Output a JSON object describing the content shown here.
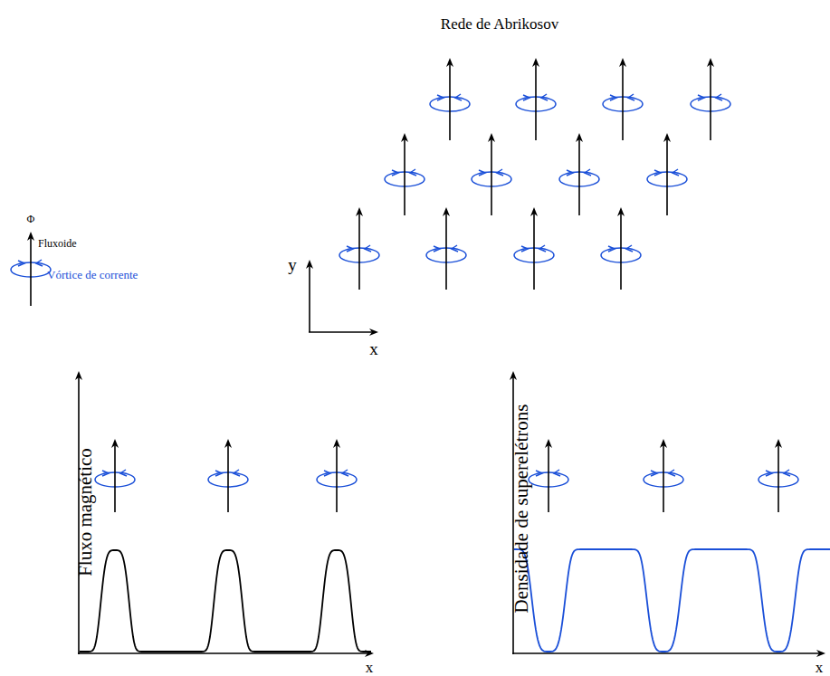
{
  "diagram": {
    "title": "Rede de Abrikosov",
    "labels": [
      "Φ",
      "y",
      "x",
      "Fluxo magnético",
      "x",
      "Densidade de superelétrons",
      "x"
    ],
    "legend": [
      {
        "text": "Fluxoide"
      },
      {
        "text": "Vórtice de corrente"
      }
    ]
  }
}
